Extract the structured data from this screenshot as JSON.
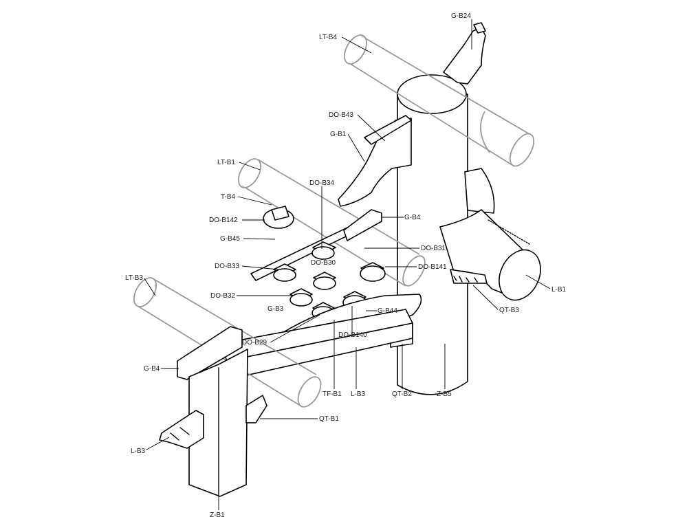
{
  "labels": [
    {
      "id": "g-b24",
      "text": "G-B24"
    },
    {
      "id": "lt-b4",
      "text": "LT-B4"
    },
    {
      "id": "do-b43",
      "text": "DO-B43"
    },
    {
      "id": "g-b1",
      "text": "G-B1"
    },
    {
      "id": "lt-b1",
      "text": "LT-B1"
    },
    {
      "id": "do-b34",
      "text": "DO-B34"
    },
    {
      "id": "t-b4",
      "text": "T-B4"
    },
    {
      "id": "do-b142",
      "text": "DO-B142"
    },
    {
      "id": "g-b4-top",
      "text": "G-B4"
    },
    {
      "id": "g-b45",
      "text": "G-B45"
    },
    {
      "id": "do-b31",
      "text": "DO-B31"
    },
    {
      "id": "do-b33",
      "text": "DO-B33"
    },
    {
      "id": "do-b30",
      "text": "DO-B30"
    },
    {
      "id": "do-b141",
      "text": "DO-B141"
    },
    {
      "id": "lt-b3",
      "text": "LT-B3"
    },
    {
      "id": "do-b32",
      "text": "DO-B32"
    },
    {
      "id": "g-b3",
      "text": "G-B3"
    },
    {
      "id": "g-b44",
      "text": "G-B44"
    },
    {
      "id": "l-b1",
      "text": "L-B1"
    },
    {
      "id": "qt-b3",
      "text": "QT-B3"
    },
    {
      "id": "do-b140",
      "text": "DO-B140"
    },
    {
      "id": "do-b29",
      "text": "DO-B29"
    },
    {
      "id": "g-b4-left",
      "text": "G-B4"
    },
    {
      "id": "tf-b1",
      "text": "TF-B1"
    },
    {
      "id": "l-b3-center",
      "text": "L-B3"
    },
    {
      "id": "qt-b2",
      "text": "QT-B2"
    },
    {
      "id": "z-b5",
      "text": "Z-B5"
    },
    {
      "id": "qt-b1",
      "text": "QT-B1"
    },
    {
      "id": "l-b3-left",
      "text": "L-B3"
    },
    {
      "id": "z-b1",
      "text": "Z-B1"
    }
  ]
}
